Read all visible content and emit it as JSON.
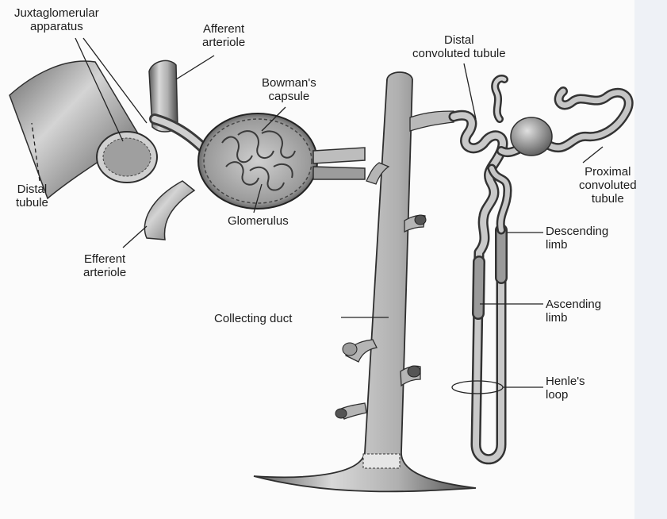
{
  "colors": {
    "background": "#fbfbfb",
    "ink": "#1c1c1c",
    "tissue_light": "#dcdcdc",
    "tissue_mid": "#9a9a9a",
    "tissue_dark": "#5a5a5a",
    "right_strip": "#eef1f6"
  },
  "labels": {
    "juxtaglomerular": [
      "Juxtaglomerular",
      "apparatus"
    ],
    "afferent": [
      "Afferent",
      "arteriole"
    ],
    "bowman": [
      "Bowman's",
      "capsule"
    ],
    "distal_conv": [
      "Distal",
      "convoluted tubule"
    ],
    "distal_tubule": [
      "Distal",
      "tubule"
    ],
    "glomerulus": [
      "Glomerulus"
    ],
    "efferent": [
      "Efferent",
      "arteriole"
    ],
    "proximal": [
      "Proximal",
      "convoluted",
      "tubule"
    ],
    "descending": [
      "Descending",
      "limb"
    ],
    "collecting": [
      "Collecting duct"
    ],
    "ascending": [
      "Ascending",
      "limb"
    ],
    "henle": [
      "Henle's",
      "loop"
    ]
  }
}
